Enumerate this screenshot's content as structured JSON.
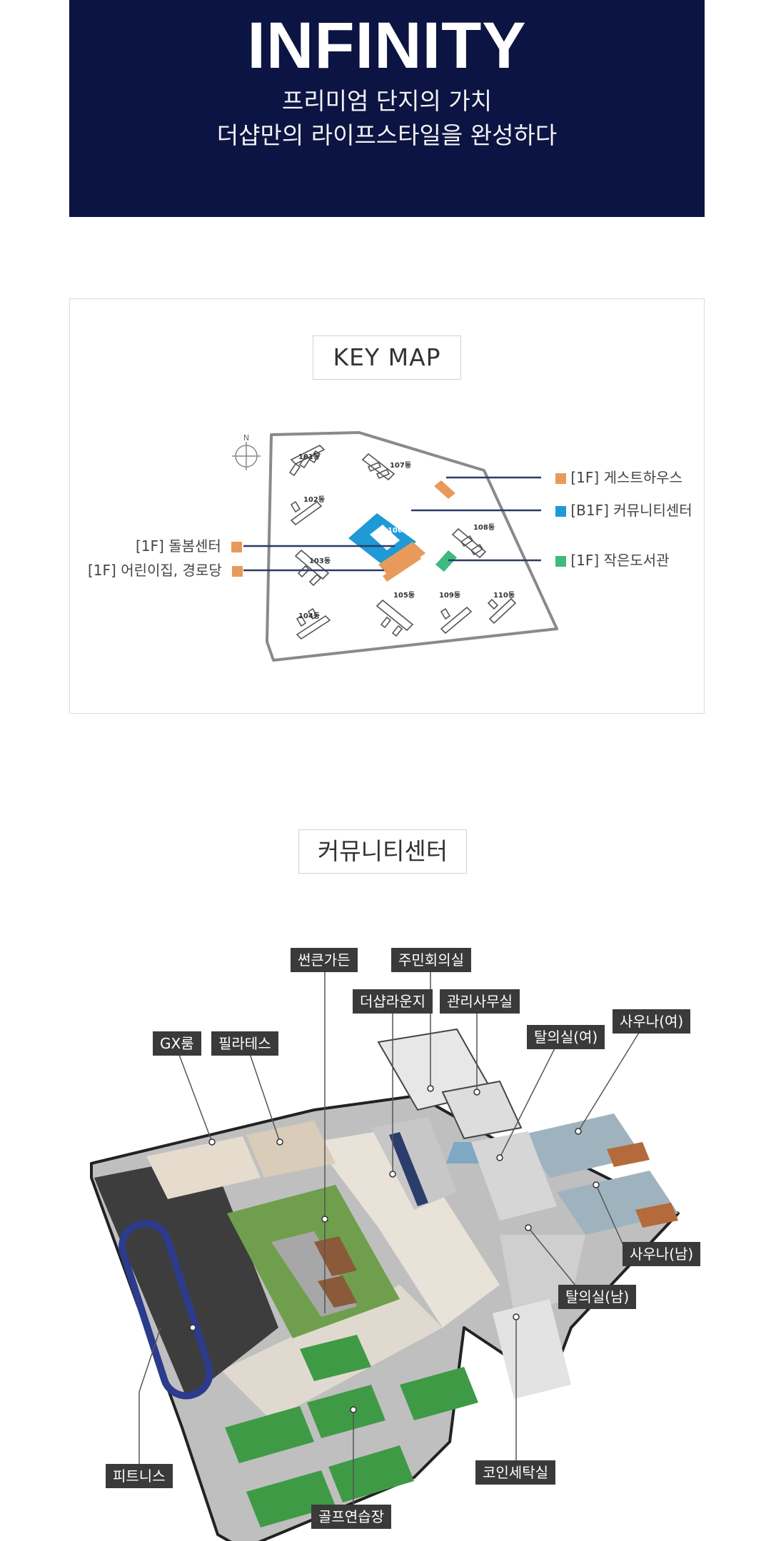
{
  "hero": {
    "title": "INFINITY",
    "subtitle_line1": "프리미엄 단지의 가치",
    "subtitle_line2": "더샵만의 라이프스타일을 완성하다"
  },
  "keymap": {
    "label": "KEY MAP",
    "compass": "N",
    "buildings": [
      "101동",
      "102동",
      "103동",
      "104동",
      "105동",
      "106동",
      "107동",
      "108동",
      "109동",
      "110동"
    ],
    "legend": [
      {
        "floor": "[1F]",
        "name": "게스트하우스",
        "color": "#e89a5a"
      },
      {
        "floor": "[B1F]",
        "name": "커뮤니티센터",
        "color": "#1f9ad6"
      },
      {
        "floor": "[1F]",
        "name": "작은도서관",
        "color": "#3dba7d"
      },
      {
        "floor": "[1F]",
        "name": "돌봄센터",
        "color": "#e89a5a"
      },
      {
        "floor": "[1F]",
        "name": "어린이집, 경로당",
        "color": "#e89a5a"
      }
    ]
  },
  "community": {
    "label": "커뮤니티센터",
    "facilities": [
      "썬큰가든",
      "주민회의실",
      "더샵라운지",
      "관리사무실",
      "GX룸",
      "필라테스",
      "탈의실(여)",
      "사우나(여)",
      "사우나(남)",
      "탈의실(남)",
      "피트니스",
      "코인세탁실",
      "골프연습장"
    ]
  },
  "colors": {
    "hero_bg": "#0b1442",
    "tag_bg": "#3a3a3a",
    "orange": "#e89a5a",
    "blue": "#1f9ad6",
    "green": "#3dba7d"
  }
}
